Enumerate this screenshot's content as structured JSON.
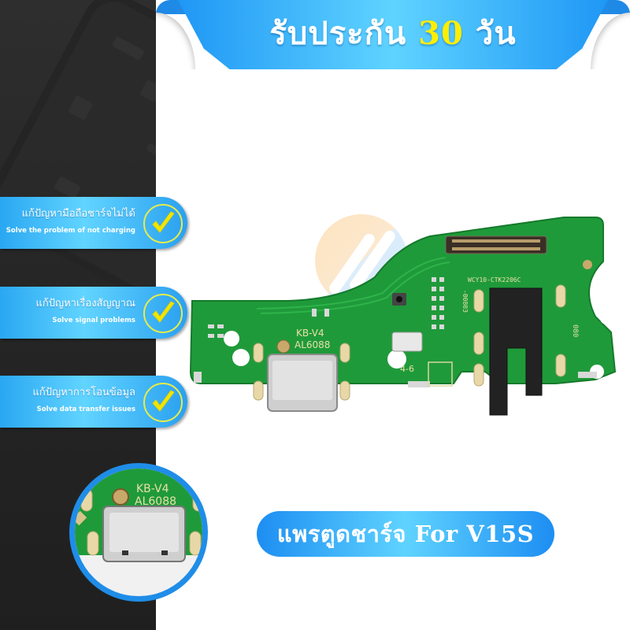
{
  "banner": {
    "title_prefix": "รับประกัน",
    "title_highlight": "30",
    "title_suffix": "วัน",
    "colors": {
      "ribbon": "#3bb8f8",
      "highlight": "#ffee00",
      "text": "#ffffff"
    }
  },
  "features": [
    {
      "thai": "แก้ปัญหามือถือชาร์จไม่ได้",
      "english": "Solve the problem of not charging",
      "icon": "check-icon"
    },
    {
      "thai": "แก้ปัญหาเรื่องสัญญาณ",
      "english": "Solve signal problems",
      "icon": "check-icon"
    },
    {
      "thai": "แก้ปัญหาการโอนข้อมูล",
      "english": "Solve data transfer issues",
      "icon": "check-icon"
    }
  ],
  "product": {
    "board_labels": {
      "model": "KB-V4",
      "code": "AL6088",
      "silk_4_6": "4-6",
      "part_number": "WCY10-CTK2206C",
      "vertical_1": "-00803",
      "vertical_2": "080"
    },
    "zoom_labels": {
      "model": "KB-V4",
      "code": "AL6088"
    }
  },
  "caption": {
    "text": "แพรตูดชาร์จ For V15S"
  },
  "colors": {
    "dark_panel": "#262626",
    "pcb_green": "#1f9a3a",
    "accent_blue": "#1f8de8",
    "check_yellow": "#f2e600"
  }
}
